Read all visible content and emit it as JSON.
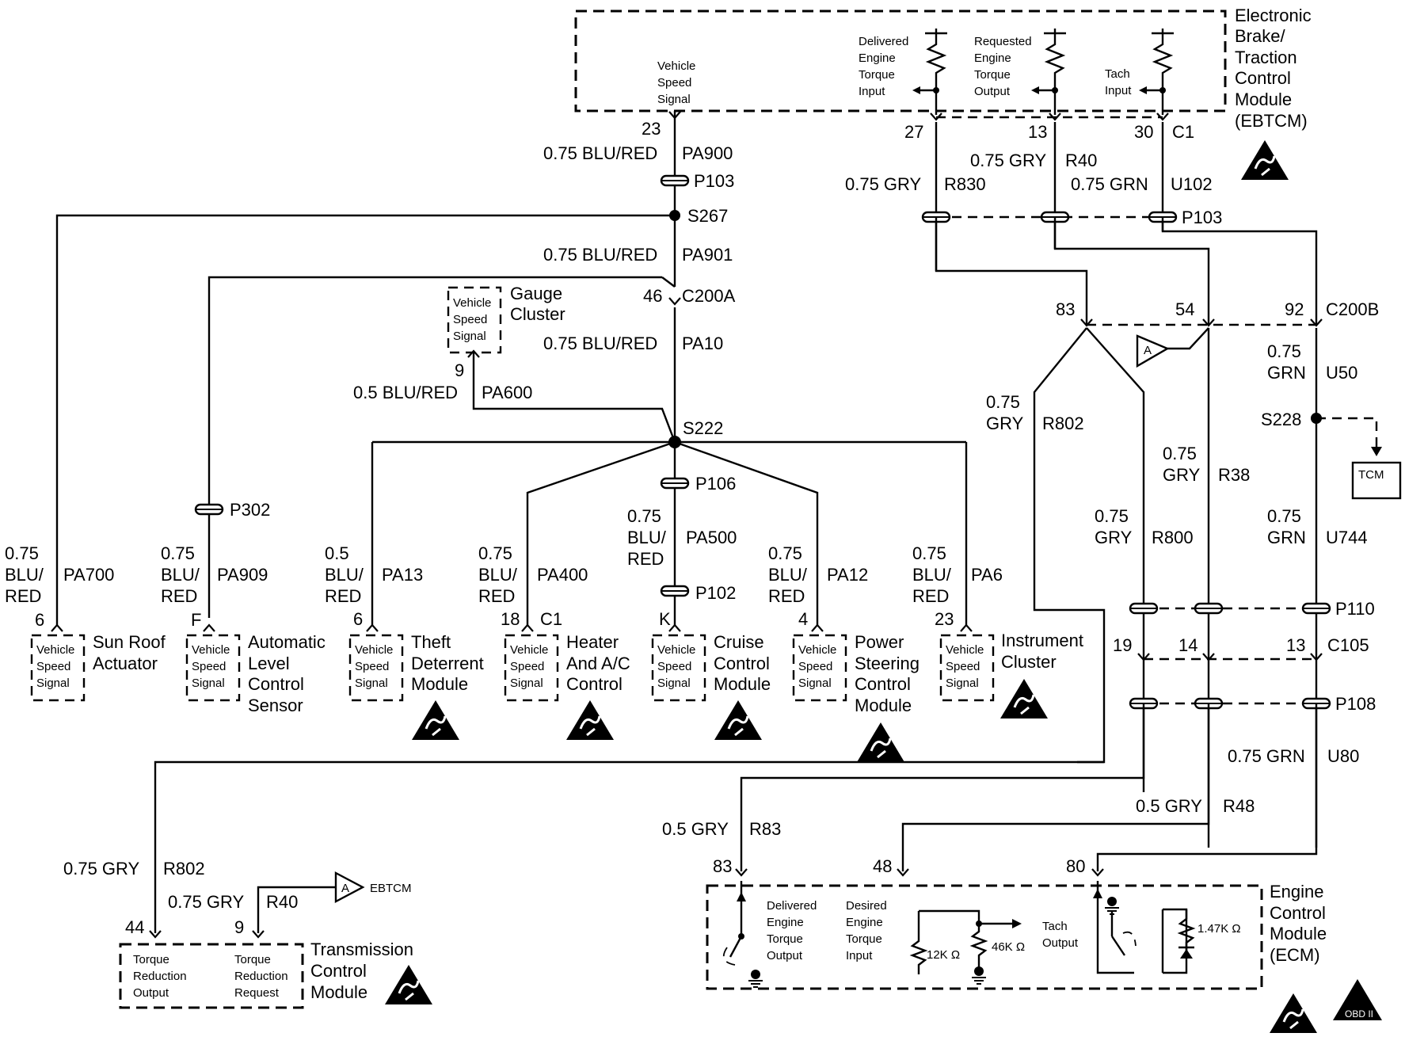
{
  "modules": {
    "ebtcm": {
      "name": [
        "Electronic",
        "Brake/",
        "Traction",
        "Control",
        "Module",
        "(EBTCM)"
      ],
      "vss_signal": [
        "Vehicle",
        "Speed",
        "Signal"
      ],
      "delivered_torque": [
        "Delivered",
        "Engine",
        "Torque",
        "Input"
      ],
      "requested_torque": [
        "Requested",
        "Engine",
        "Torque",
        "Output"
      ],
      "tach_input": [
        "Tach",
        "Input"
      ]
    },
    "gauge_cluster": {
      "name": [
        "Gauge",
        "Cluster"
      ],
      "signal": [
        "Vehicle",
        "Speed",
        "Signal"
      ]
    },
    "sun_roof": {
      "name": [
        "Sun Roof",
        "Actuator"
      ],
      "signal": [
        "Vehicle",
        "Speed",
        "Signal"
      ]
    },
    "alc": {
      "name": [
        "Automatic",
        "Level",
        "Control",
        "Sensor"
      ],
      "signal": [
        "Vehicle",
        "Speed",
        "Signal"
      ]
    },
    "theft": {
      "name": [
        "Theft",
        "Deterrent",
        "Module"
      ],
      "signal": [
        "Vehicle",
        "Speed",
        "Signal"
      ]
    },
    "hvac": {
      "name": [
        "Heater",
        "And A/C",
        "Control"
      ],
      "signal": [
        "Vehicle",
        "Speed",
        "Signal"
      ]
    },
    "cruise": {
      "name": [
        "Cruise",
        "Control",
        "Module"
      ],
      "signal": [
        "Vehicle",
        "Speed",
        "Signal"
      ]
    },
    "pscm": {
      "name": [
        "Power",
        "Steering",
        "Control",
        "Module"
      ],
      "signal": [
        "Vehicle",
        "Speed",
        "Signal"
      ]
    },
    "ipc": {
      "name": [
        "Instrument",
        "Cluster"
      ],
      "signal": [
        "Vehicle",
        "Speed",
        "Signal"
      ]
    },
    "tcm_box": {
      "name": "TCM"
    },
    "tcm": {
      "name": [
        "Transmission",
        "Control",
        "Module"
      ],
      "torque_red_out": [
        "Torque",
        "Reduction",
        "Output"
      ],
      "torque_red_req": [
        "Torque",
        "Reduction",
        "Request"
      ]
    },
    "ecm": {
      "name": [
        "Engine",
        "Control",
        "Module",
        "(ECM)"
      ],
      "delivered_out": [
        "Delivered",
        "Engine",
        "Torque",
        "Output"
      ],
      "desired_in": [
        "Desired",
        "Engine",
        "Torque",
        "Input"
      ],
      "tach_out": [
        "Tach",
        "Output"
      ],
      "r12k": "12K Ω",
      "r46k": "46K Ω",
      "r147k": "1.47K Ω",
      "obd": "OBD II"
    },
    "ref_a": "A",
    "ref_ebtcm": "EBTCM"
  },
  "pins": {
    "p23": "23",
    "p27": "27",
    "p13": "13",
    "p30": "30",
    "c1": "C1",
    "p46": "46",
    "c200a": "C200A",
    "p9": "9",
    "p83": "83",
    "p54": "54",
    "p92": "92",
    "c200b": "C200B",
    "p6a": "6",
    "pF": "F",
    "p6b": "6",
    "p18": "18",
    "c1b": "C1",
    "pK": "K",
    "p4": "4",
    "p23b": "23",
    "p19": "19",
    "p14": "14",
    "p13b": "13",
    "c105": "C105",
    "p83b": "83",
    "p48": "48",
    "p80": "80",
    "p44": "44",
    "p9b": "9"
  },
  "connectors": {
    "p103a": "P103",
    "p103b": "P103",
    "p302": "P302",
    "p106": "P106",
    "p102": "P102",
    "p110": "P110",
    "p108": "P108"
  },
  "splices": {
    "s267": "S267",
    "s222": "S222",
    "s228": "S228"
  },
  "wires": {
    "pa900_g": "0.75 BLU/RED",
    "pa900_c": "PA900",
    "pa901_g": "0.75 BLU/RED",
    "pa901_c": "PA901",
    "pa10_g": "0.75 BLU/RED",
    "pa10_c": "PA10",
    "pa600_g": "0.5 BLU/RED",
    "pa600_c": "PA600",
    "r830_g": "0.75 GRY",
    "r830_c": "R830",
    "r40_g": "0.75 GRY",
    "r40_c": "R40",
    "u102_g": "0.75 GRN",
    "u102_c": "U102",
    "pa700_g": [
      "0.75",
      "BLU/",
      "RED"
    ],
    "pa700_c": "PA700",
    "pa909_g": [
      "0.75",
      "BLU/",
      "RED"
    ],
    "pa909_c": "PA909",
    "pa13_g": [
      "0.5",
      "BLU/",
      "RED"
    ],
    "pa13_c": "PA13",
    "pa400_g": [
      "0.75",
      "BLU/",
      "RED"
    ],
    "pa400_c": "PA400",
    "pa500_g": [
      "0.75",
      "BLU/",
      "RED"
    ],
    "pa500_c": "PA500",
    "pa12_g": [
      "0.75",
      "BLU/",
      "RED"
    ],
    "pa12_c": "PA12",
    "pa6_g": [
      "0.75",
      "BLU/",
      "RED"
    ],
    "pa6_c": "PA6",
    "r802_g": [
      "0.75",
      "GRY"
    ],
    "r802_c": "R802",
    "r38_g": [
      "0.75",
      "GRY"
    ],
    "r38_c": "R38",
    "r800_g": [
      "0.75",
      "GRY"
    ],
    "r800_c": "R800",
    "u50_g": [
      "0.75",
      "GRN"
    ],
    "u50_c": "U50",
    "u744_g": [
      "0.75",
      "GRN"
    ],
    "u744_c": "U744",
    "u80_g": "0.75 GRN",
    "u80_c": "U80",
    "r48_g": "0.5 GRY",
    "r48_c": "R48",
    "r83_g": "0.5 GRY",
    "r83_c": "R83",
    "r802b_g": "0.75 GRY",
    "r802b_c": "R802",
    "r40b_g": "0.75 GRY",
    "r40b_c": "R40"
  },
  "icons": [
    "esd-sensitive-icon",
    "obd-ii-icon",
    "ground-icon",
    "resistor-icon",
    "splice-icon",
    "connector-icon"
  ]
}
